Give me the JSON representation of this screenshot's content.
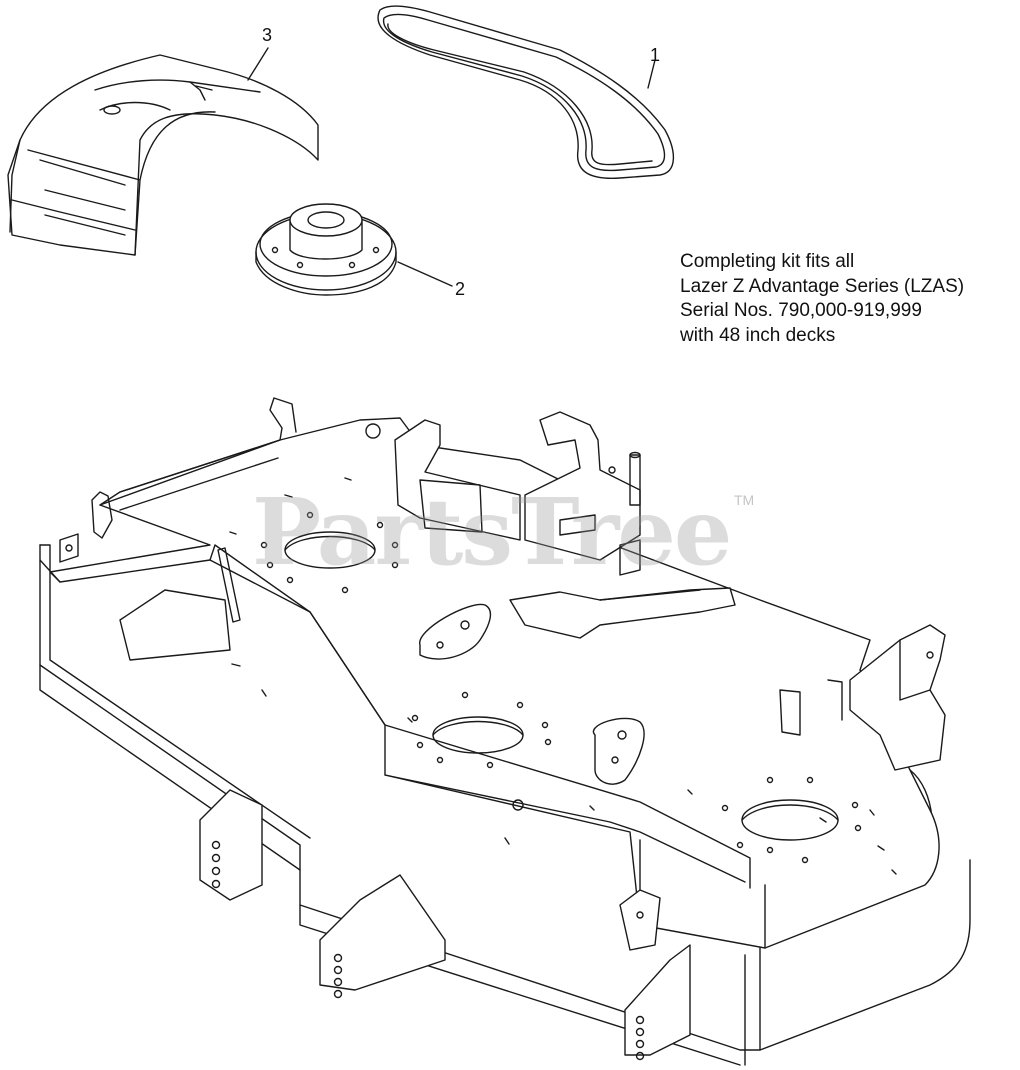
{
  "callouts": {
    "part_1": "1",
    "part_2": "2",
    "part_3": "3"
  },
  "note": {
    "line_1": "Completing kit fits all",
    "line_2": "Lazer Z Advantage Series (LZAS)",
    "line_3": "Serial Nos. 790,000-919,999",
    "line_4": "with 48 inch decks"
  },
  "watermark": {
    "text": "PartsTree",
    "trademark": "TM"
  },
  "colors": {
    "line": "#1a1a1a",
    "background": "#ffffff"
  }
}
